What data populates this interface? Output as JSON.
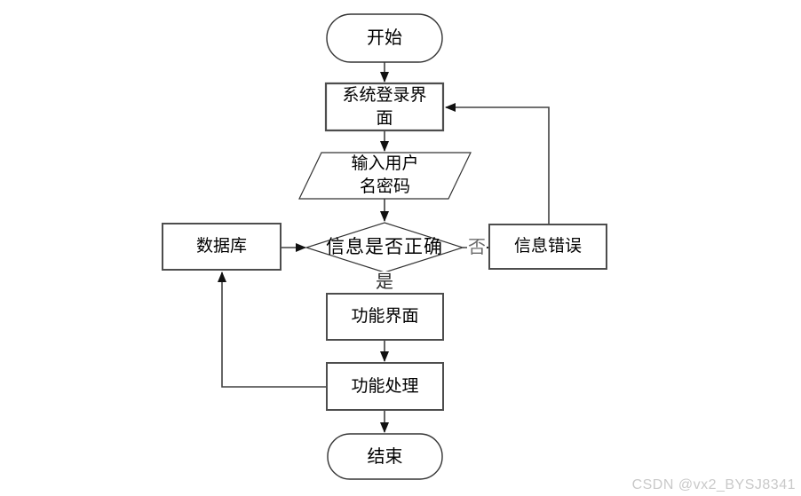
{
  "diagram": {
    "title": "login-system-flowchart",
    "nodes": {
      "start": {
        "type": "terminator",
        "label": "开始"
      },
      "login": {
        "type": "process",
        "label": "系统登录界面"
      },
      "input": {
        "type": "input-output",
        "label": "输入用户名密码"
      },
      "decision": {
        "type": "decision",
        "label": "信息是否正确"
      },
      "database": {
        "type": "process",
        "label": "数据库"
      },
      "error": {
        "type": "process",
        "label": "信息错误"
      },
      "func_ui": {
        "type": "process",
        "label": "功能界面"
      },
      "func_proc": {
        "type": "process",
        "label": "功能处理"
      },
      "end": {
        "type": "terminator",
        "label": "结束"
      }
    },
    "edge_labels": {
      "no": "否",
      "yes": "是"
    },
    "colors": {
      "node_fill": "#ffffff",
      "rect_border": "#4d4d4d",
      "shape_border": "#333333",
      "line": "#404040",
      "arrowhead": "#111111"
    }
  },
  "watermark": {
    "text": "CSDN @vx2_BYSJ8341",
    "color": "#c9c9c9"
  }
}
